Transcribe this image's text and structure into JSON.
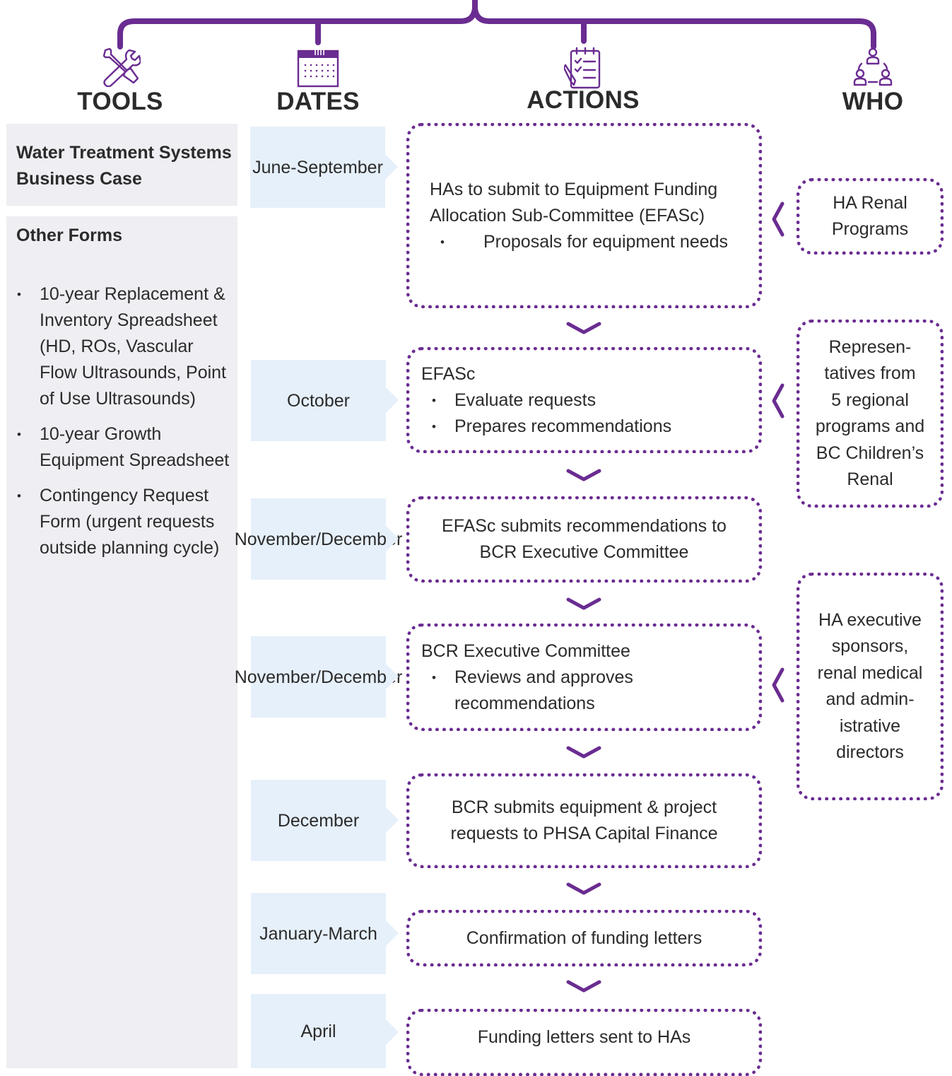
{
  "colors": {
    "accent": "#6a2c91",
    "tools_bg": "#eeeef3",
    "dates_bg": "#e6f0fa",
    "text": "#2b2b2b"
  },
  "headers": {
    "tools": "TOOLS",
    "dates": "DATES",
    "actions": "ACTIONS",
    "who": "WHO"
  },
  "icons": {
    "tools": "tools-icon",
    "dates": "calendar-icon",
    "actions": "checklist-icon",
    "who": "people-cycle-icon"
  },
  "tools": {
    "box1_title": "Water Treatment Systems Business Case",
    "box2_title": "Other Forms",
    "items": [
      "10-year Replacement & Inventory Spreadsheet (HD, ROs, Vascular Flow Ultrasounds, Point of Use Ultrasounds)",
      "10-year Growth Equipment Spreadsheet",
      "Contingency Request Form (urgent requests outside planning cycle)"
    ]
  },
  "dates": [
    {
      "lines": [
        "June-",
        "September"
      ]
    },
    {
      "lines": [
        "October"
      ]
    },
    {
      "lines": [
        "November/",
        "December"
      ]
    },
    {
      "lines": [
        "November/",
        "December"
      ]
    },
    {
      "lines": [
        "December"
      ]
    },
    {
      "lines": [
        "January-",
        "March"
      ]
    },
    {
      "lines": [
        "April"
      ]
    }
  ],
  "actions": [
    {
      "text": "HAs to submit to Equipment Funding Allocation Sub-Committee (EFASc)",
      "bullets": [
        "Proposals for equipment needs"
      ]
    },
    {
      "text": "EFASc",
      "bullets": [
        "Evaluate requests",
        "Prepares recommendations"
      ]
    },
    {
      "text": "EFASc submits recommendations to BCR Executive Committee",
      "bullets": []
    },
    {
      "text": "BCR Executive Committee",
      "bullets": [
        "Reviews and approves recommendations"
      ]
    },
    {
      "text": "BCR submits equipment & project requests to PHSA Capital Finance",
      "bullets": []
    },
    {
      "text": "Confirmation of funding letters",
      "bullets": []
    },
    {
      "text": "Funding letters sent to HAs",
      "bullets": []
    }
  ],
  "who": [
    {
      "lines": [
        "HA Renal",
        "Programs"
      ]
    },
    {
      "lines": [
        "Represen-",
        "tatives from",
        "5 regional",
        "programs and",
        "BC Children’s",
        "Renal"
      ]
    },
    {
      "lines": [
        "HA executive",
        "sponsors,",
        "renal medical",
        "and admin-",
        "istrative",
        "directors"
      ]
    }
  ]
}
